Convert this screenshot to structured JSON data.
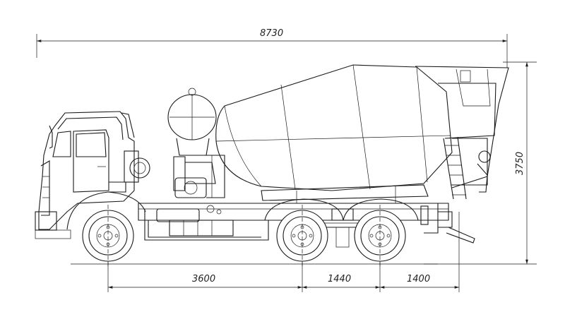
{
  "drawing": {
    "dimensions": {
      "overall_length": "8730",
      "overall_height": "3750",
      "front_to_axle_1": "3600",
      "axle_1_to_axle_2": "1440",
      "axle_2_to_rear": "1400"
    }
  }
}
